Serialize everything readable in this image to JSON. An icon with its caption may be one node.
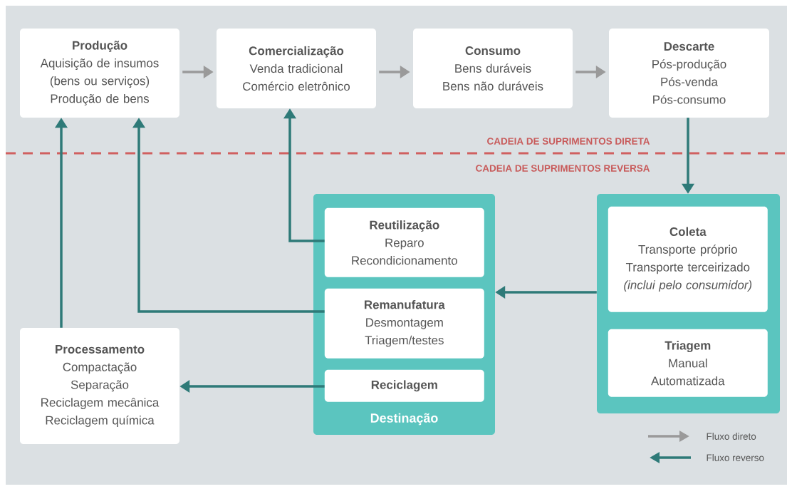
{
  "diagram": {
    "nodes": [
      {
        "text": [
          "Produção",
          "Aquisição de insumos (bens ou serviços)",
          "Produção de bens"
        ]
      },
      {
        "text": [
          "Comercialização",
          "Venda tradicional",
          "Comércio eletrônico"
        ]
      },
      {
        "text": [
          "Consumo",
          "Bens duráveis",
          "Bens não duráveis"
        ]
      },
      {
        "text": [
          "Descarte",
          "Pós-produção",
          "Pós-venda",
          "Pós-consumo"
        ]
      },
      {
        "text": [
          "Destinação"
        ]
      },
      {
        "text": [
          "Reutilização",
          "Reparo",
          "Recondicionamento"
        ],
        "in": 4
      },
      {
        "text": [
          "Remanufatura",
          "Desmontagem",
          "Triagem/testes"
        ],
        "in": 4
      },
      {
        "text": [
          "Reciclagem"
        ],
        "in": 4
      },
      {
        "text": [],
        "shape": "box"
      },
      {
        "text": [
          "Coleta",
          "Transporte próprio",
          "Transporte terceirizado *(inclui pelo consumidor)*"
        ],
        "in": 8
      },
      {
        "text": [
          "Triagem",
          "Manual",
          "Automatizada"
        ],
        "in": 8
      },
      {
        "text": [
          "Processamento",
          "Compactação",
          "Separação",
          "Reciclagem mecânica",
          "Reciclagem química"
        ]
      }
    ],
    "edges": [
      {
        "from": 0,
        "to": 1,
        "arrow": "to",
        "color": "#9a9a9a"
      },
      {
        "from": 1,
        "to": 2,
        "arrow": "to",
        "color": "#9a9a9a"
      },
      {
        "from": 2,
        "to": 3,
        "arrow": "to",
        "color": "#9a9a9a"
      },
      {
        "from": 3,
        "to": 8,
        "arrow": "to"
      },
      {
        "from": 8,
        "to": 4,
        "arrow": "to"
      },
      {
        "from": 5,
        "to": 1,
        "arrow": "to"
      },
      {
        "from": 6,
        "to": 0,
        "arrow": "to"
      },
      {
        "from": 7,
        "to": 11,
        "arrow": "to"
      },
      {
        "from": 11,
        "to": 0,
        "arrow": "to"
      }
    ],
    "labels": [
      "CADEIA DE SUPRIMENTOS DIRETA",
      "CADEIA DE SUPRIMENTOS REVERSA"
    ],
    "legend": [
      {
        "text": "Fluxo direto"
      },
      {
        "text": "Fluxo reverso"
      }
    ]
  }
}
